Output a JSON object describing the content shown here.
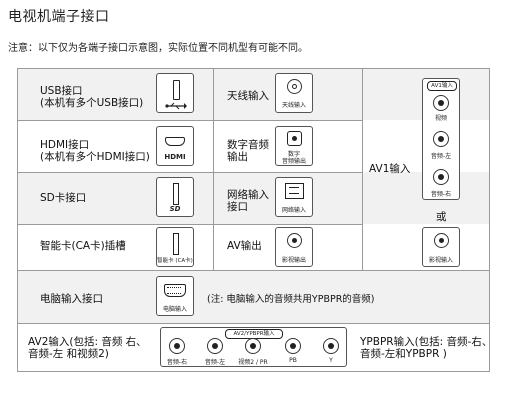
{
  "title": "电视机端子接口",
  "note": "注意：以下仅为各端子接口示意图，实际位置不同机型有可能不同。",
  "rows": {
    "usb": {
      "label": "USB接口",
      "sub": "(本机有多个USB接口)"
    },
    "hdmi": {
      "label": "HDMI接口",
      "sub": "(本机有多个HDMI接口)",
      "icon_text": "HDMI"
    },
    "sd": {
      "label": "SD卡接口",
      "icon_text": "SD"
    },
    "smartcard": {
      "label": "智能卡(CA卡)插槽",
      "icon_text": "智能卡 (CA卡)"
    },
    "antenna": {
      "label": "天线输入",
      "icon_text": "天线输入"
    },
    "digital_audio": {
      "label": "数字音频",
      "label2": "输出",
      "icon_text": "数字",
      "icon_text2": "音频输出"
    },
    "network": {
      "label": "网络输入",
      "label2": "接口",
      "icon_text": "网络输入"
    },
    "av_out": {
      "label": "AV输出",
      "icon_text": "影视输出"
    },
    "av1": {
      "label": "AV1输入",
      "panel_title": "AV1输入",
      "video": "视频",
      "audio_l": "音频-左",
      "audio_r": "音频-右",
      "or": "或",
      "alt": "影视输入"
    },
    "pc": {
      "label": "电脑输入接口",
      "icon_text": "电脑输入",
      "note": "(注: 电脑输入的音频共用YPBPR的音频)"
    },
    "av2": {
      "label": "AV2输入(包括: 音频 右、",
      "label2": "音频-左 和视频2)",
      "panel_title": "AV2/YPBPR输入",
      "ports": [
        "音频-右",
        "音频-左",
        "视频2 / PR",
        "PB",
        "Y"
      ],
      "ypbpr": "YPBPR输入(包括: 音频-右、",
      "ypbpr2": "音频-左和YPBPR  )"
    }
  }
}
